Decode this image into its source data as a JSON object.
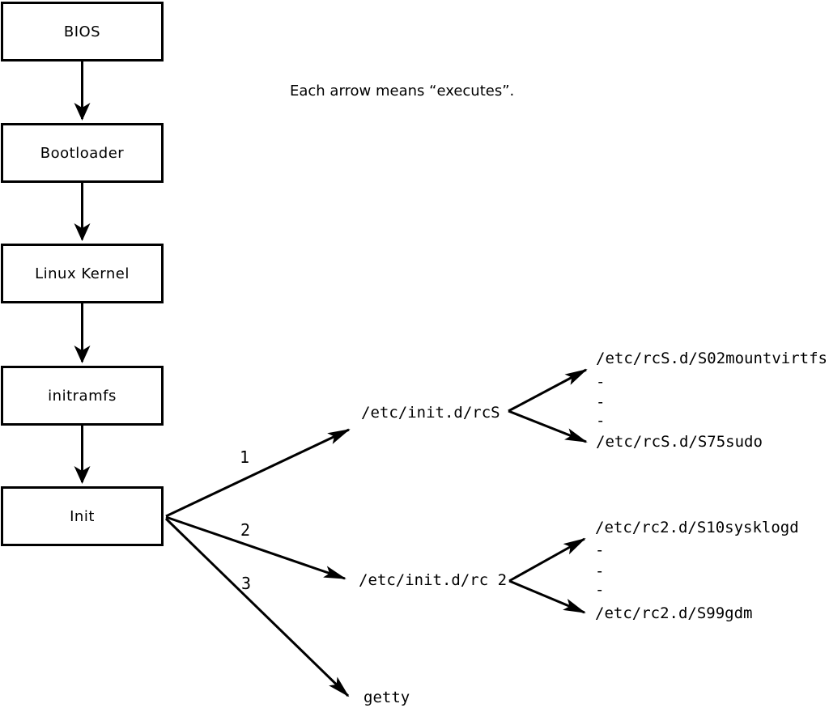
{
  "note": "Each arrow means “executes”.",
  "chain": [
    {
      "label": "BIOS"
    },
    {
      "label": "Bootloader"
    },
    {
      "label": "Linux Kernel"
    },
    {
      "label": "initramfs"
    },
    {
      "label": "Init"
    }
  ],
  "branches": [
    {
      "number": "1",
      "target": "/etc/init.d/rcS",
      "children": [
        "/etc/rcS.d/S02mountvirtfs",
        "-",
        "-",
        "-",
        "/etc/rcS.d/S75sudo"
      ]
    },
    {
      "number": "2",
      "target": "/etc/init.d/rc 2",
      "children": [
        "/etc/rc2.d/S10sysklogd",
        "-",
        "-",
        "-",
        "/etc/rc2.d/S99gdm"
      ]
    },
    {
      "number": "3",
      "target": "getty",
      "children": []
    }
  ],
  "colors": {
    "line": "#000000",
    "background": "#ffffff"
  }
}
